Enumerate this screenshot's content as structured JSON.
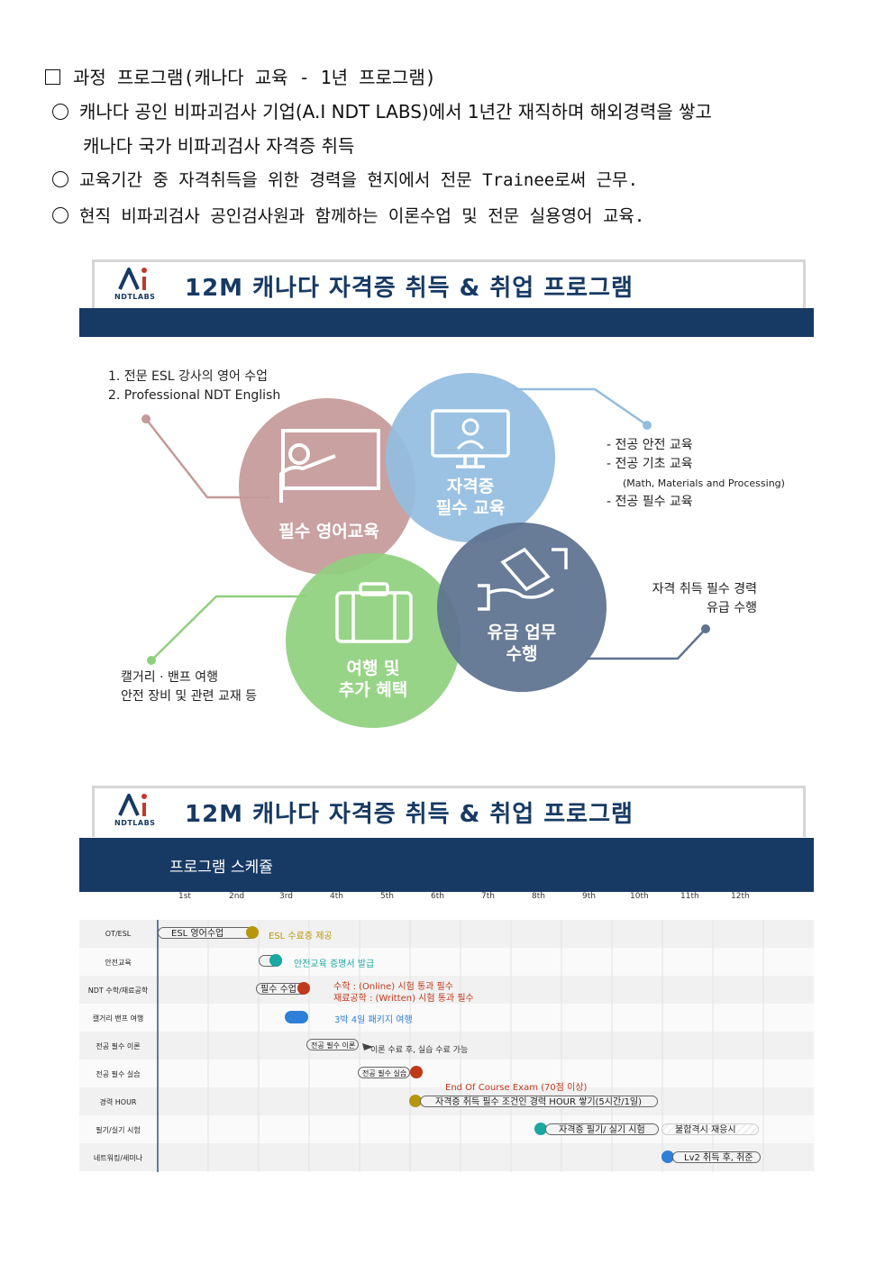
{
  "header": {
    "title": "과정 프로그램(캐나다 교육 - 1년 프로그램)",
    "bullets": [
      "캐나다 공인 비파괴검사 기업(A.I NDT LABS)에서 1년간 재직하며 해외경력을 쌓고",
      "캐나다 국가 비파괴검사 자격증 취득",
      "교육기간 중 자격취득을 위한 경력을 현지에서 전문 Trainee로써 근무.",
      "현직 비파괴검사 공인검사원과 함께하는 이론수업 및 전문 실용영어 교육."
    ]
  },
  "banner": {
    "logo_text": "NDTLABS",
    "title": "12M 캐나다 자격증 취득 & 취업 프로그램",
    "schedule_subtitle": "프로그램 스케쥴"
  },
  "diagram": {
    "circles": [
      {
        "label": "필수 영어교육",
        "color": "#c59a9a",
        "icon": "presenter-icon"
      },
      {
        "label": "자격증\n필수 교육",
        "color": "#93bde0",
        "icon": "monitor-person-icon"
      },
      {
        "label": "여행 및\n추가 혜택",
        "color": "#8fd07e",
        "icon": "suitcase-icon"
      },
      {
        "label": "유급 업무\n수행",
        "color": "#5f7390",
        "icon": "handshake-money-icon"
      }
    ],
    "notes": {
      "english": [
        "1. 전문 ESL 강사의 영어 수업",
        "2. Professional  NDT English"
      ],
      "cert": [
        "- 전공 안전 교육",
        "- 전공 기초 교육",
        "(Math, Materials and Processing)",
        "- 전공 필수 교육"
      ],
      "paid": [
        "자격 취득 필수 경력",
        "유급 수행"
      ],
      "travel": [
        "캘거리 · 밴프 여행",
        "안전 장비 및 관련 교재 등"
      ]
    }
  },
  "schedule": {
    "months": [
      "1st",
      "2nd",
      "3rd",
      "4th",
      "5th",
      "6th",
      "7th",
      "8th",
      "9th",
      "10th",
      "11th",
      "12th"
    ],
    "rows": [
      "OT/ESL",
      "안전교육",
      "NDT 수학/재료공학",
      "캘거리 밴프 여행",
      "전공 필수 이론",
      "전공 필수 실습",
      "경력 HOUR",
      "필기/실기 시험",
      "네트워킹/세미나"
    ],
    "items": {
      "esl_bar": "ESL 영어수업",
      "esl_note": "ESL 수료증 제공",
      "safety_note": "안전교육 증명서 발급",
      "math_bar": "필수 수업",
      "math_note1": "수학 : (Online) 시험 통과 필수",
      "math_note2": "재료공학 : (Written) 시험 통과 필수",
      "trip_note": "3박 4일 패키지 여행",
      "theory_bar": "전공 필수 이론",
      "theory_note": "이론 수료 후, 실습 수료 가능",
      "practice_bar": "전공 필수 실습",
      "exam_note": "End Of Course Exam (70점 이상)",
      "hour_bar": "자격증 취득 필수 조건인 경력 HOUR 쌓기(5시간/1일)",
      "test_bar": "자격증 필기/ 실기 시험",
      "retest_bar": "불합격시 재응시",
      "network_bar": "Lv2 취득 후, 취준"
    },
    "colors": {
      "gold": "#b8960c",
      "teal": "#1aa8a0",
      "red": "#c0391b",
      "blue": "#2f7fd8",
      "annotation_red": "#c0391b",
      "annotation_blue": "#2f7fd8",
      "annotation_gold": "#b8960c",
      "annotation_teal": "#1aa8a0"
    }
  }
}
